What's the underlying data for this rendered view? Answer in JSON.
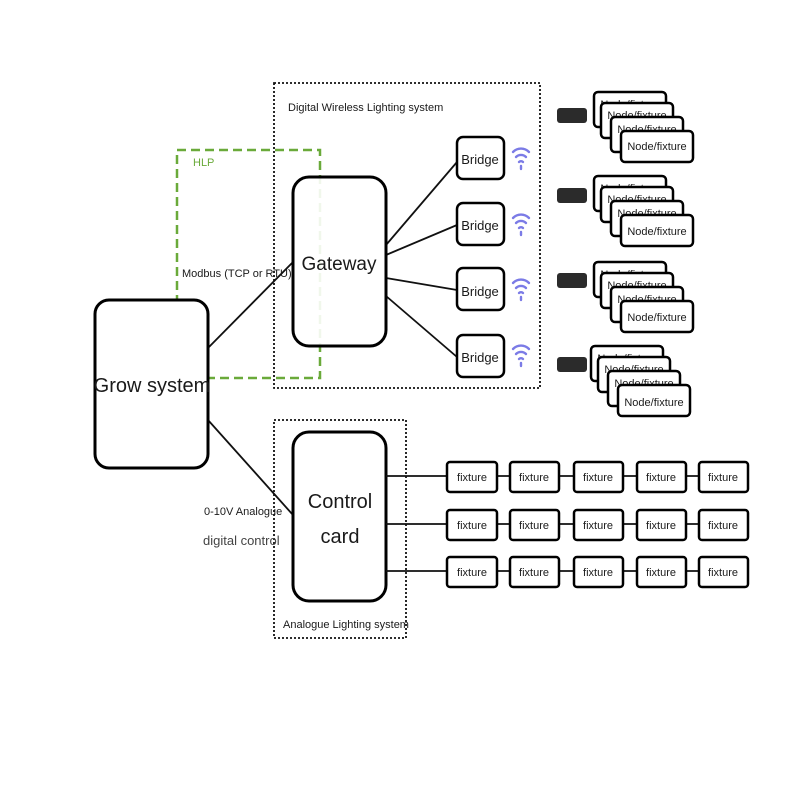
{
  "colors": {
    "hlp": "#6aaa3a",
    "wifi": "#7b7be6",
    "dongle": "#2b2b2b"
  },
  "labels": {
    "digital_system": "Digital Wireless Lighting system",
    "hlp": "HLP",
    "modbus": "Modbus (TCP or RTU)",
    "grow_system": "Grow system",
    "gateway": "Gateway",
    "bridge": "Bridge",
    "node": "Node/fixture",
    "control_card_line1": "Control",
    "control_card_line2": "card",
    "analogue_0_10v": "0-10V Analogue",
    "digital_control": "digital control",
    "analogue_system": "Analogue Lighting system",
    "fixture": "fixture"
  },
  "icons": {
    "wifi": "wifi-icon",
    "dongle": "wireless-dongle-icon"
  },
  "bridges": [
    {
      "label": "Bridge"
    },
    {
      "label": "Bridge"
    },
    {
      "label": "Bridge"
    },
    {
      "label": "Bridge"
    }
  ],
  "fixture_rows": [
    [
      "fixture",
      "fixture",
      "fixture",
      "fixture",
      "fixture"
    ],
    [
      "fixture",
      "fixture",
      "fixture",
      "fixture",
      "fixture"
    ],
    [
      "fixture",
      "fixture",
      "fixture",
      "fixture",
      "fixture"
    ]
  ]
}
